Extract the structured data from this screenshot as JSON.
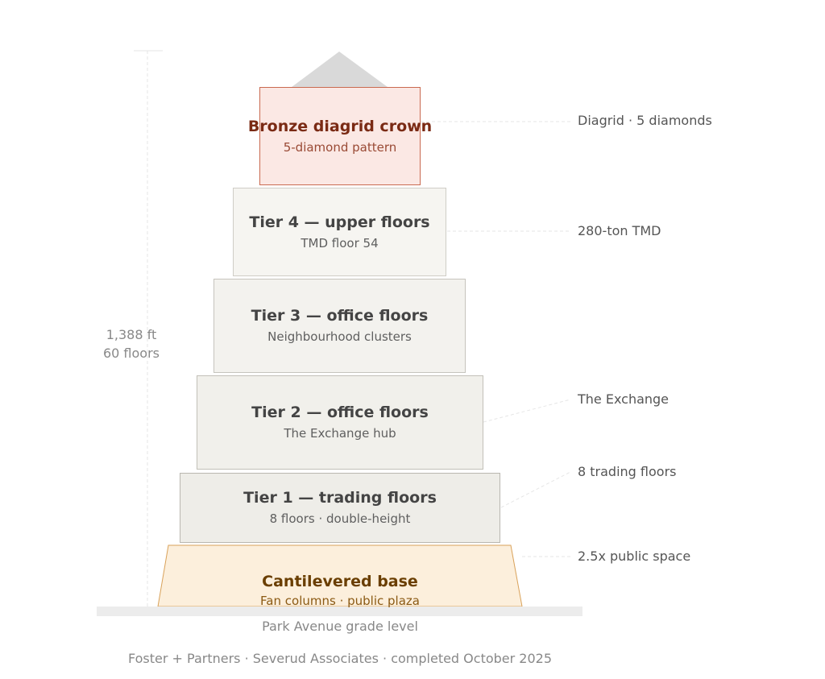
{
  "tiers": {
    "crown": {
      "title": "Bronze diagrid crown",
      "subtitle": "5-diamond pattern"
    },
    "tier4": {
      "title": "Tier 4 — upper floors",
      "subtitle": "TMD floor 54"
    },
    "tier3": {
      "title": "Tier 3 — office floors",
      "subtitle": "Neighbourhood clusters"
    },
    "tier2": {
      "title": "Tier 2 — office floors",
      "subtitle": "The Exchange hub"
    },
    "tier1": {
      "title": "Tier 1 — trading floors",
      "subtitle": "8 floors · double-height"
    },
    "base": {
      "title": "Cantilevered base",
      "subtitle": "Fan columns · public plaza"
    }
  },
  "callouts": {
    "crown": "Diagrid · 5 diamonds",
    "tier4": "280-ton TMD",
    "tier2": "The Exchange",
    "tier1": "8 trading floors",
    "base": "2.5x public space"
  },
  "height": {
    "feet": "1,388 ft",
    "floors": "60 floors"
  },
  "ground_label": "Park Avenue grade level",
  "footer": "Foster + Partners · Severud Associates · completed October 2025",
  "colors": {
    "crown_fill": "#fbe8e4",
    "crown_stroke": "#c96a50",
    "crown_text": "#7a2a14",
    "base_fill": "#fcefdc",
    "base_stroke": "#d9a25a",
    "base_text": "#6a3e00",
    "spire": "#d9d9d9"
  }
}
